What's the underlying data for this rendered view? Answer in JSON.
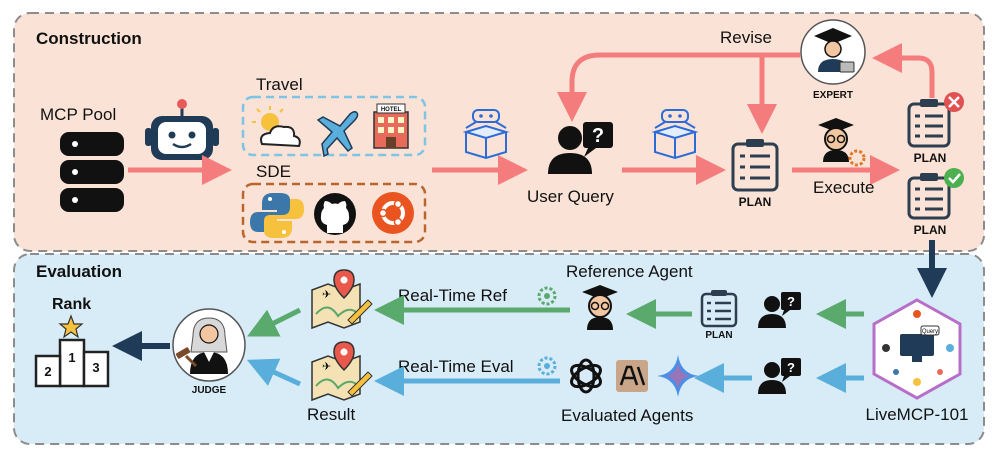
{
  "sections": {
    "construction": "Construction",
    "evaluation": "Evaluation"
  },
  "nodes": {
    "mcp_pool": "MCP Pool",
    "travel": "Travel",
    "sde": "SDE",
    "hotel_sign": "HOTEL",
    "user_query": "User Query",
    "plan": "PLAN",
    "plan_top": "PLAN",
    "plan_bottom": "PLAN",
    "plan_eval": "PLAN",
    "expert": "EXPERT",
    "revise": "Revise",
    "execute": "Execute",
    "reference_agent": "Reference Agent",
    "evaluated_agents": "Evaluated Agents",
    "real_time_ref": "Real-Time Ref",
    "real_time_eval": "Real-Time Eval",
    "result": "Result",
    "judge": "JUDGE",
    "rank": "Rank",
    "livemcp": "LiveMCP-101",
    "podium_1": "1",
    "podium_2": "2",
    "podium_3": "3",
    "query_tag": "Query"
  },
  "colors": {
    "construction_bg": "#fae3d6",
    "evaluation_bg": "#d8ecf7",
    "red_arrow": "#f47c7c",
    "green_arrow": "#5aaa6e",
    "blue_arrow": "#5aaedb",
    "navy_arrow": "#1f3b57",
    "travel_border": "#7ec4e6",
    "sde_border": "#b8662e"
  }
}
